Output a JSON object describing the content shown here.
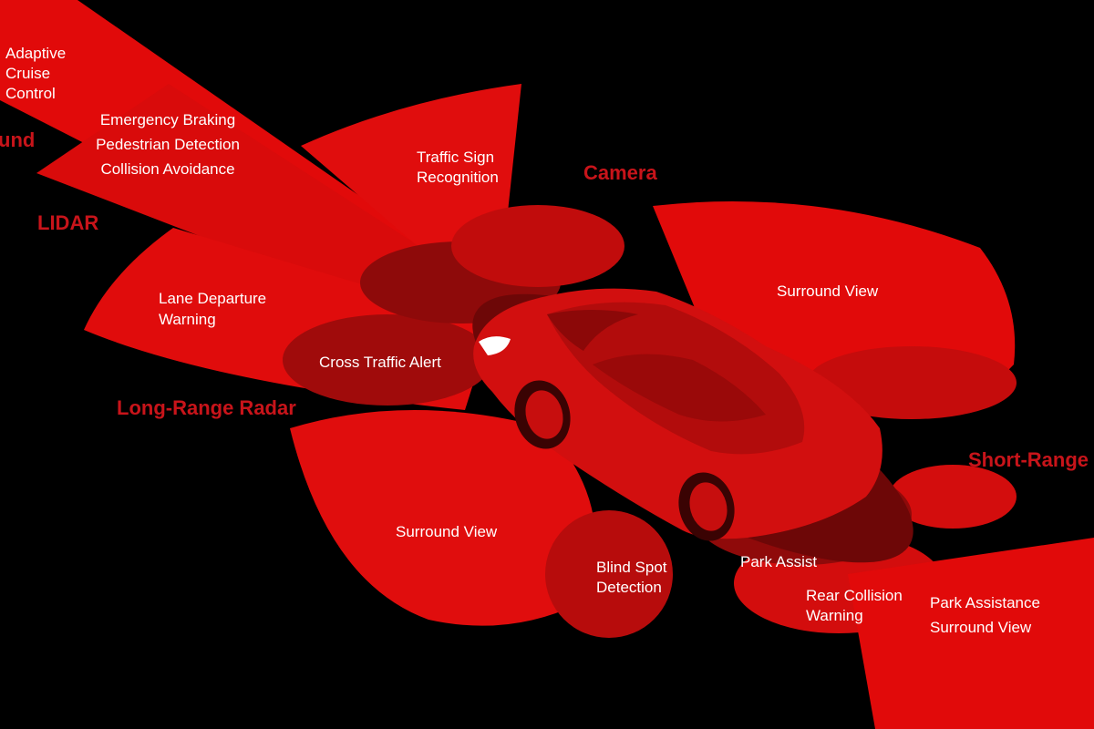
{
  "colors": {
    "background": "#000000",
    "zone": "#e10a0a",
    "zone_dark": "#9e0b0b",
    "car": "#d40f0f",
    "category_text": "#c8141a",
    "label_text": "#ffffff"
  },
  "categories": {
    "ultrasound": "und",
    "lidar": "LIDAR",
    "camera": "Camera",
    "long_range_radar": "Long-Range Radar",
    "short_range": "Short-Range"
  },
  "features": {
    "adaptive_cruise": [
      "Adaptive",
      "Cruise",
      "Control"
    ],
    "emergency": [
      "Emergency Braking",
      "Pedestrian Detection",
      "Collision Avoidance"
    ],
    "traffic_sign": [
      "Traffic Sign",
      "Recognition"
    ],
    "lane_departure": [
      "Lane Departure",
      "Warning"
    ],
    "cross_traffic": [
      "Cross Traffic Alert"
    ],
    "surround_view_right": [
      "Surround View"
    ],
    "surround_view_left": [
      "Surround View"
    ],
    "blind_spot": [
      "Blind Spot",
      "Detection"
    ],
    "park_assist": [
      "Park Assist"
    ],
    "rear_collision": [
      "Rear Collision",
      "Warning"
    ],
    "park_assistance": [
      "Park Assistance",
      "Surround View"
    ]
  }
}
